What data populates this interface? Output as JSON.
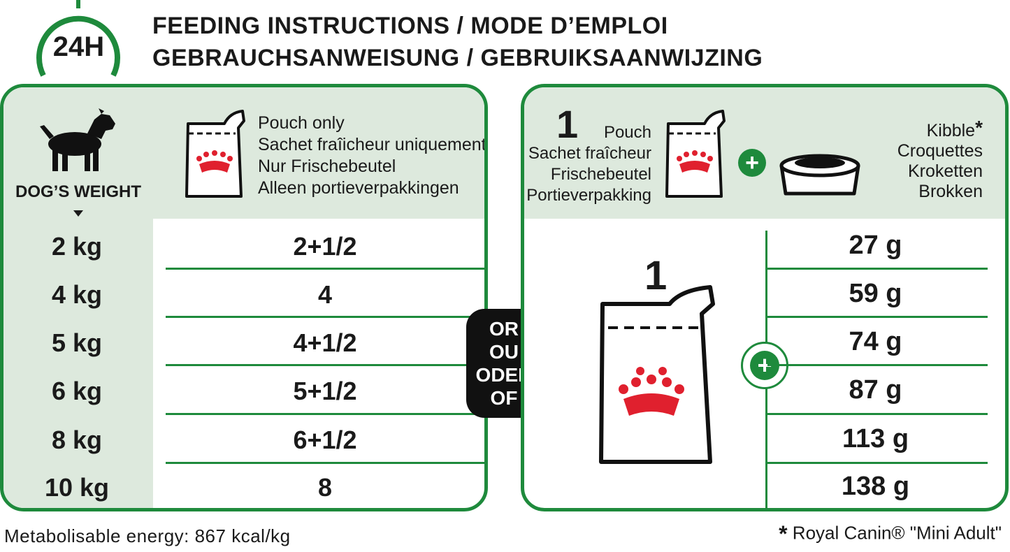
{
  "header": {
    "clock_label": "24H",
    "title_line1": "FEEDING INSTRUCTIONS / MODE D’EMPLOI",
    "title_line2": "GEBRAUCHSANWEISUNG / GEBRUIKSAANWIJZING"
  },
  "left_panel": {
    "weight_label": "DOG’S WEIGHT",
    "pouch_lines": [
      "Pouch only",
      "Sachet fraîicheur uniquement",
      "Nur Frischebeutel",
      "Alleen portieverpakkingen"
    ],
    "rows": [
      {
        "weight": "2 kg",
        "pouches": "2+1/2"
      },
      {
        "weight": "4 kg",
        "pouches": "4"
      },
      {
        "weight": "5 kg",
        "pouches": "4+1/2"
      },
      {
        "weight": "6 kg",
        "pouches": "5+1/2"
      },
      {
        "weight": "8 kg",
        "pouches": "6+1/2"
      },
      {
        "weight": "10 kg",
        "pouches": "8"
      }
    ]
  },
  "separator": {
    "lines": [
      "OR",
      "OU",
      "ODER",
      "OF"
    ]
  },
  "right_panel": {
    "pouch_count": "1",
    "pouch_lines": [
      "Pouch",
      "Sachet fraîcheur",
      "Frischebeutel",
      "Portieverpakking"
    ],
    "kibble_lines": [
      "Kibble",
      "Croquettes",
      "Kroketten",
      "Brokken"
    ],
    "kibble_marker": "*",
    "big_pouch_count": "1",
    "grams": [
      "27 g",
      "59 g",
      "74 g",
      "87 g",
      "113 g",
      "138 g"
    ]
  },
  "footer": {
    "energy": "Metabolisable energy: 867 kcal/kg",
    "footnote_marker": "*",
    "footnote": "Royal Canin® \"Mini Adult\""
  },
  "colors": {
    "brand_green": "#1e8a3c",
    "tint": "#dde9dd",
    "crown_red": "#e0202e"
  }
}
